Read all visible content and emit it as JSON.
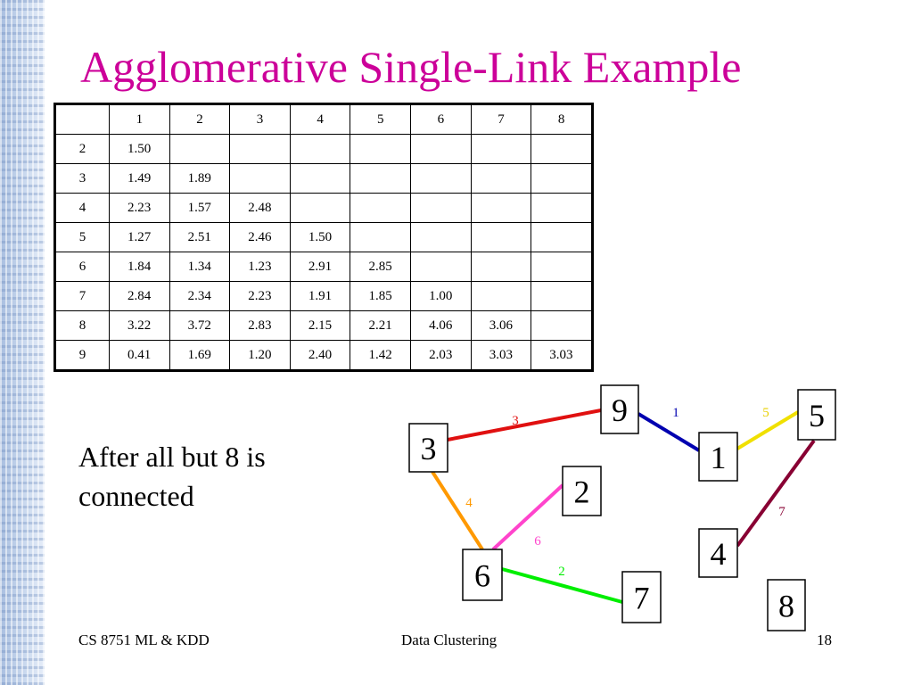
{
  "title": "Agglomerative Single-Link Example",
  "table": {
    "header": [
      "",
      "1",
      "2",
      "3",
      "4",
      "5",
      "6",
      "7",
      "8"
    ],
    "rows": [
      [
        "2",
        "1.50",
        "",
        "",
        "",
        "",
        "",
        "",
        ""
      ],
      [
        "3",
        "1.49",
        "1.89",
        "",
        "",
        "",
        "",
        "",
        ""
      ],
      [
        "4",
        "2.23",
        "1.57",
        "2.48",
        "",
        "",
        "",
        "",
        ""
      ],
      [
        "5",
        "1.27",
        "2.51",
        "2.46",
        "1.50",
        "",
        "",
        "",
        ""
      ],
      [
        "6",
        "1.84",
        "1.34",
        "1.23",
        "2.91",
        "2.85",
        "",
        "",
        ""
      ],
      [
        "7",
        "2.84",
        "2.34",
        "2.23",
        "1.91",
        "1.85",
        "1.00",
        "",
        ""
      ],
      [
        "8",
        "3.22",
        "3.72",
        "2.83",
        "2.15",
        "2.21",
        "4.06",
        "3.06",
        ""
      ],
      [
        "9",
        "0.41",
        "1.69",
        "1.20",
        "2.40",
        "1.42",
        "2.03",
        "3.03",
        "3.03"
      ]
    ]
  },
  "caption": {
    "line1": "After all but 8 is",
    "line2": "connected"
  },
  "graph": {
    "nodes": [
      "9",
      "5",
      "3",
      "1",
      "2",
      "6",
      "4",
      "7",
      "8"
    ],
    "edges": [
      {
        "from": "3",
        "to": "9",
        "order": "3",
        "color": "#e01010"
      },
      {
        "from": "9",
        "to": "1",
        "order": "1",
        "color": "#0000b0"
      },
      {
        "from": "1",
        "to": "5",
        "order": "5",
        "color": "#f0e000"
      },
      {
        "from": "5",
        "to": "4",
        "order": "7",
        "color": "#880033"
      },
      {
        "from": "3",
        "to": "6",
        "order": "4",
        "color": "#ff9900"
      },
      {
        "from": "6",
        "to": "2",
        "order": "6",
        "color": "#ff44cc"
      },
      {
        "from": "6",
        "to": "7",
        "order": "2",
        "color": "#00ee00"
      }
    ]
  },
  "footer": {
    "left": "CS 8751 ML & KDD",
    "center": "Data Clustering",
    "right": "18"
  },
  "colors": {
    "title": "#cc0099"
  }
}
